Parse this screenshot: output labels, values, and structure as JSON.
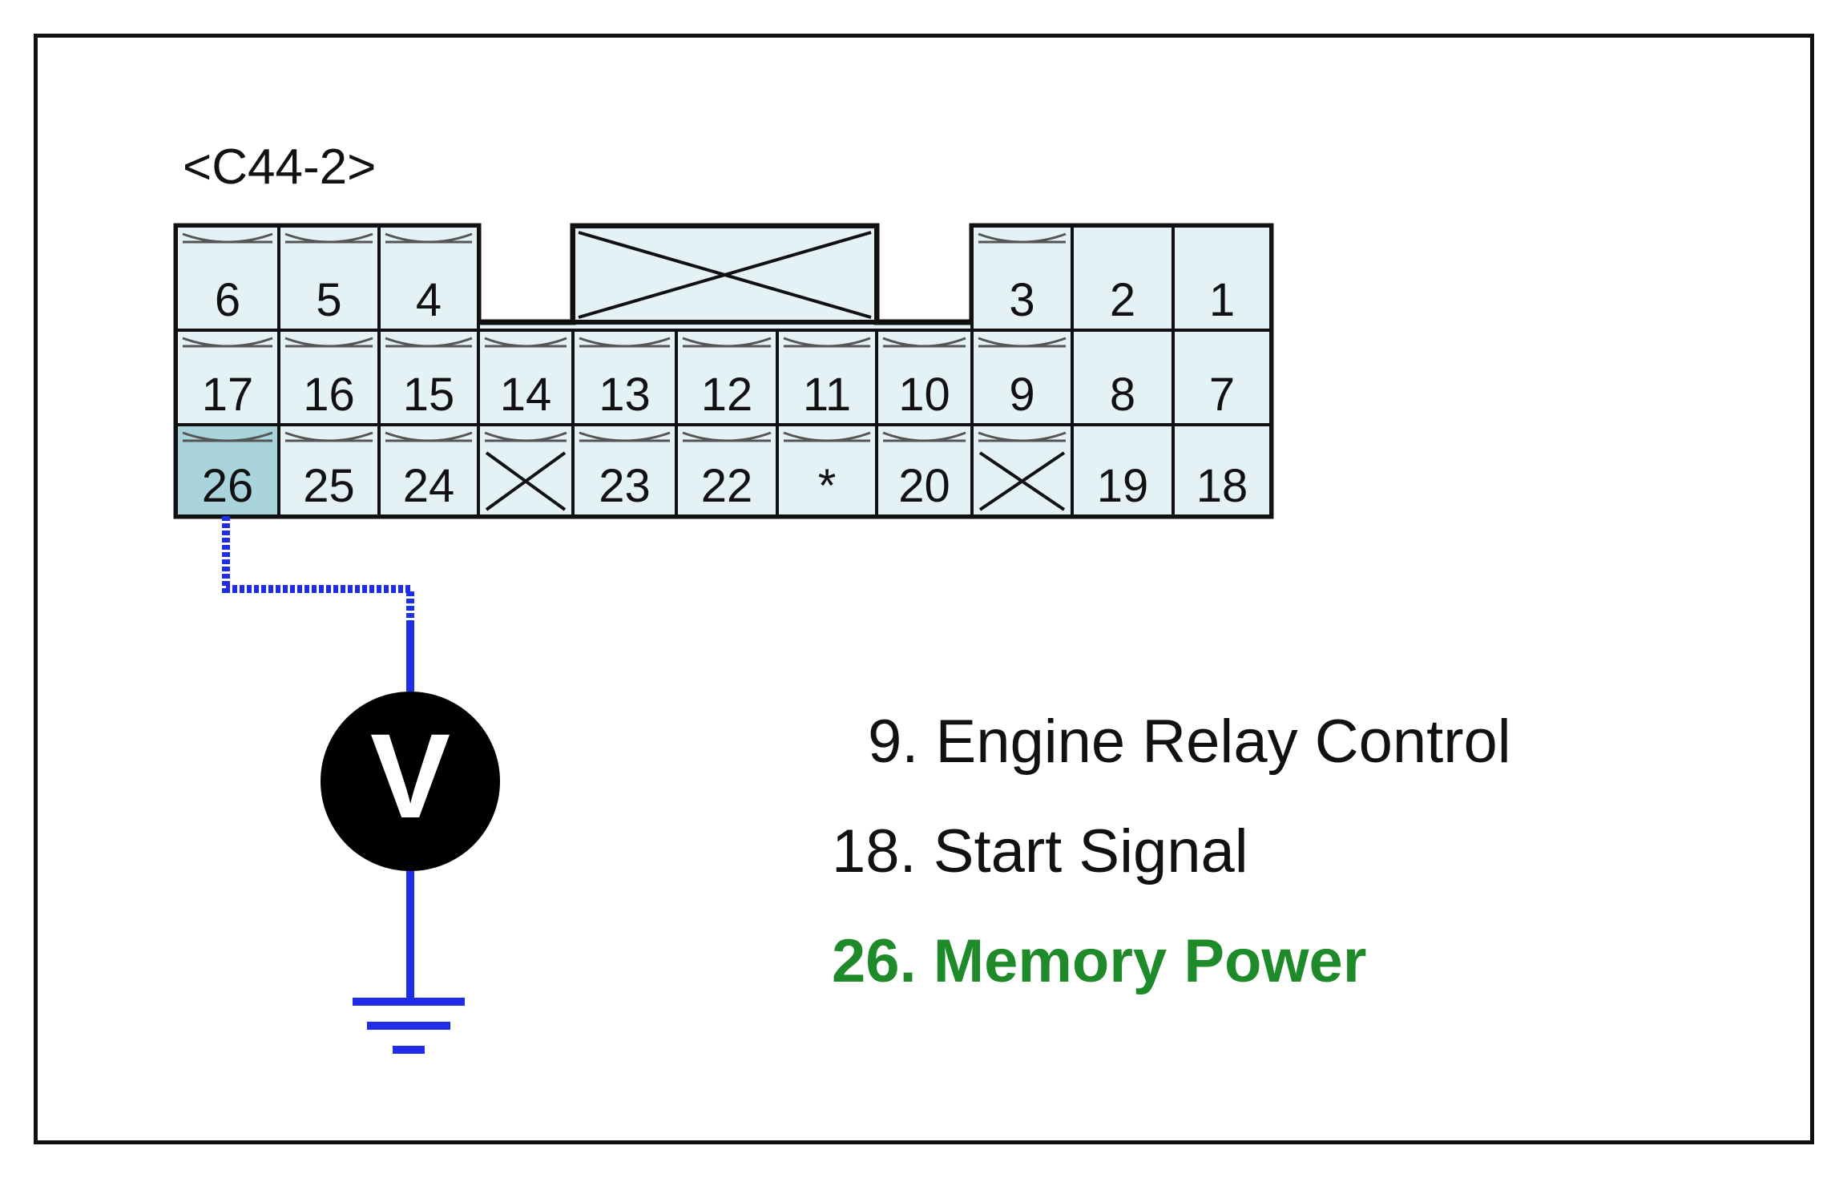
{
  "connector": {
    "name": "<C44-2>",
    "rows": [
      [
        "6",
        "5",
        "4",
        "",
        "",
        "",
        "",
        "",
        "3",
        "2",
        "1"
      ],
      [
        "17",
        "16",
        "15",
        "14",
        "13",
        "12",
        "11",
        "10",
        "9",
        "8",
        "7"
      ],
      [
        "26",
        "25",
        "24",
        "",
        "23",
        "22",
        "*",
        "20",
        "",
        "19",
        "18"
      ]
    ],
    "highlighted_pin": "26"
  },
  "meter": {
    "symbol": "V"
  },
  "legend": [
    {
      "pin": "9.",
      "label": "Engine Relay Control",
      "color": "#111111"
    },
    {
      "pin": "18.",
      "label": "Start Signal",
      "color": "#111111"
    },
    {
      "pin": "26.",
      "label": "Memory Power",
      "color": "#1f8a2a"
    }
  ],
  "colors": {
    "pin_fill": "#e4f1f5",
    "pin_highlight": "#a9d4db",
    "wire": "#1f2de8",
    "outline": "#111111"
  }
}
